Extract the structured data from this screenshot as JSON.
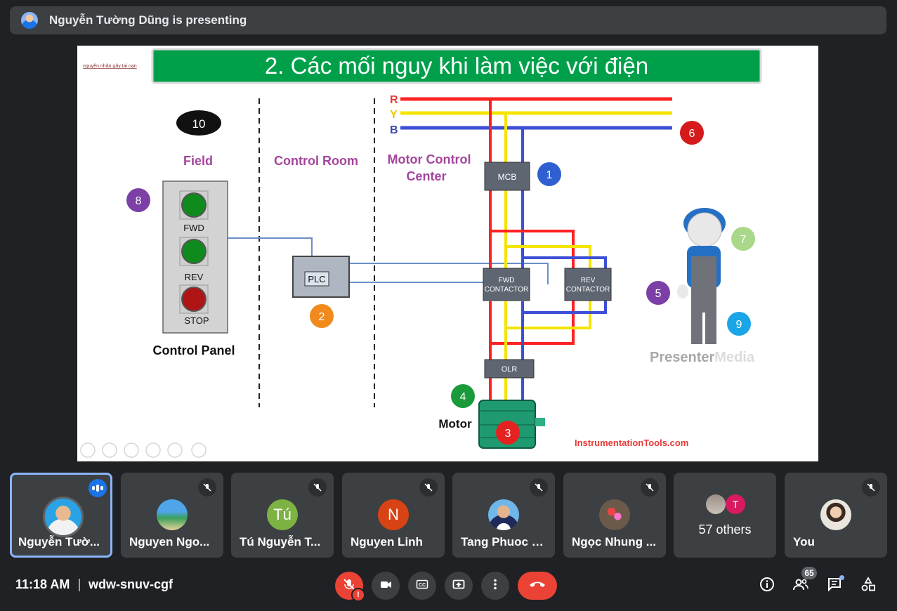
{
  "presenting_banner": "Nguyễn Tường Dũng is presenting",
  "slide": {
    "title": "2. Các mối nguy khi làm việc với điện",
    "corner_link": "nguyên nhân gây tai nạn",
    "field": "Field",
    "control_room": "Control Room",
    "mcc_line1": "Motor Control",
    "mcc_line2": "Center",
    "phase_r": "R",
    "phase_y": "Y",
    "phase_b": "B",
    "fwd": "FWD",
    "rev": "REV",
    "stop": "STOP",
    "control_panel": "Control Panel",
    "plc": "PLC",
    "mcb": "MCB",
    "fwd_contactor_1": "FWD",
    "fwd_contactor_2": "CONTACTOR",
    "rev_contactor_1": "REV",
    "rev_contactor_2": "CONTACTOR",
    "olr": "OLR",
    "motor": "Motor",
    "credit": "InstrumentationTools.com",
    "watermark_a": "Presenter",
    "watermark_b": "Media",
    "markers": [
      "1",
      "2",
      "3",
      "4",
      "5",
      "6",
      "7",
      "8",
      "9",
      "10"
    ]
  },
  "participants": [
    {
      "name": "Nguyễn Tườ...",
      "initial": "",
      "muted": false,
      "speaking": true
    },
    {
      "name": "Nguyen Ngo...",
      "initial": "",
      "muted": true
    },
    {
      "name": "Tú Nguyễn T...",
      "initial": "Tú",
      "muted": true
    },
    {
      "name": "Nguyen Linh",
      "initial": "N",
      "muted": true
    },
    {
      "name": "Tang Phuoc T...",
      "initial": "",
      "muted": true
    },
    {
      "name": "Ngọc Nhung ...",
      "initial": "",
      "muted": true
    },
    {
      "name": "57 others",
      "initial": "T",
      "muted": false
    },
    {
      "name": "You",
      "initial": "",
      "muted": true
    }
  ],
  "colors": {
    "tu": "#7cb342",
    "linh": "#d84315",
    "others_t": "#d81b60",
    "accent": "#8ab4f8",
    "danger": "#ea4335"
  },
  "bottom": {
    "time": "11:18 AM",
    "meeting_code": "wdw-snuv-cgf",
    "people_count": "65"
  },
  "icons": [
    "mic-off-icon",
    "camera-icon",
    "captions-icon",
    "present-icon",
    "more-icon",
    "hangup-icon",
    "info-icon",
    "people-icon",
    "chat-icon",
    "activities-icon"
  ]
}
